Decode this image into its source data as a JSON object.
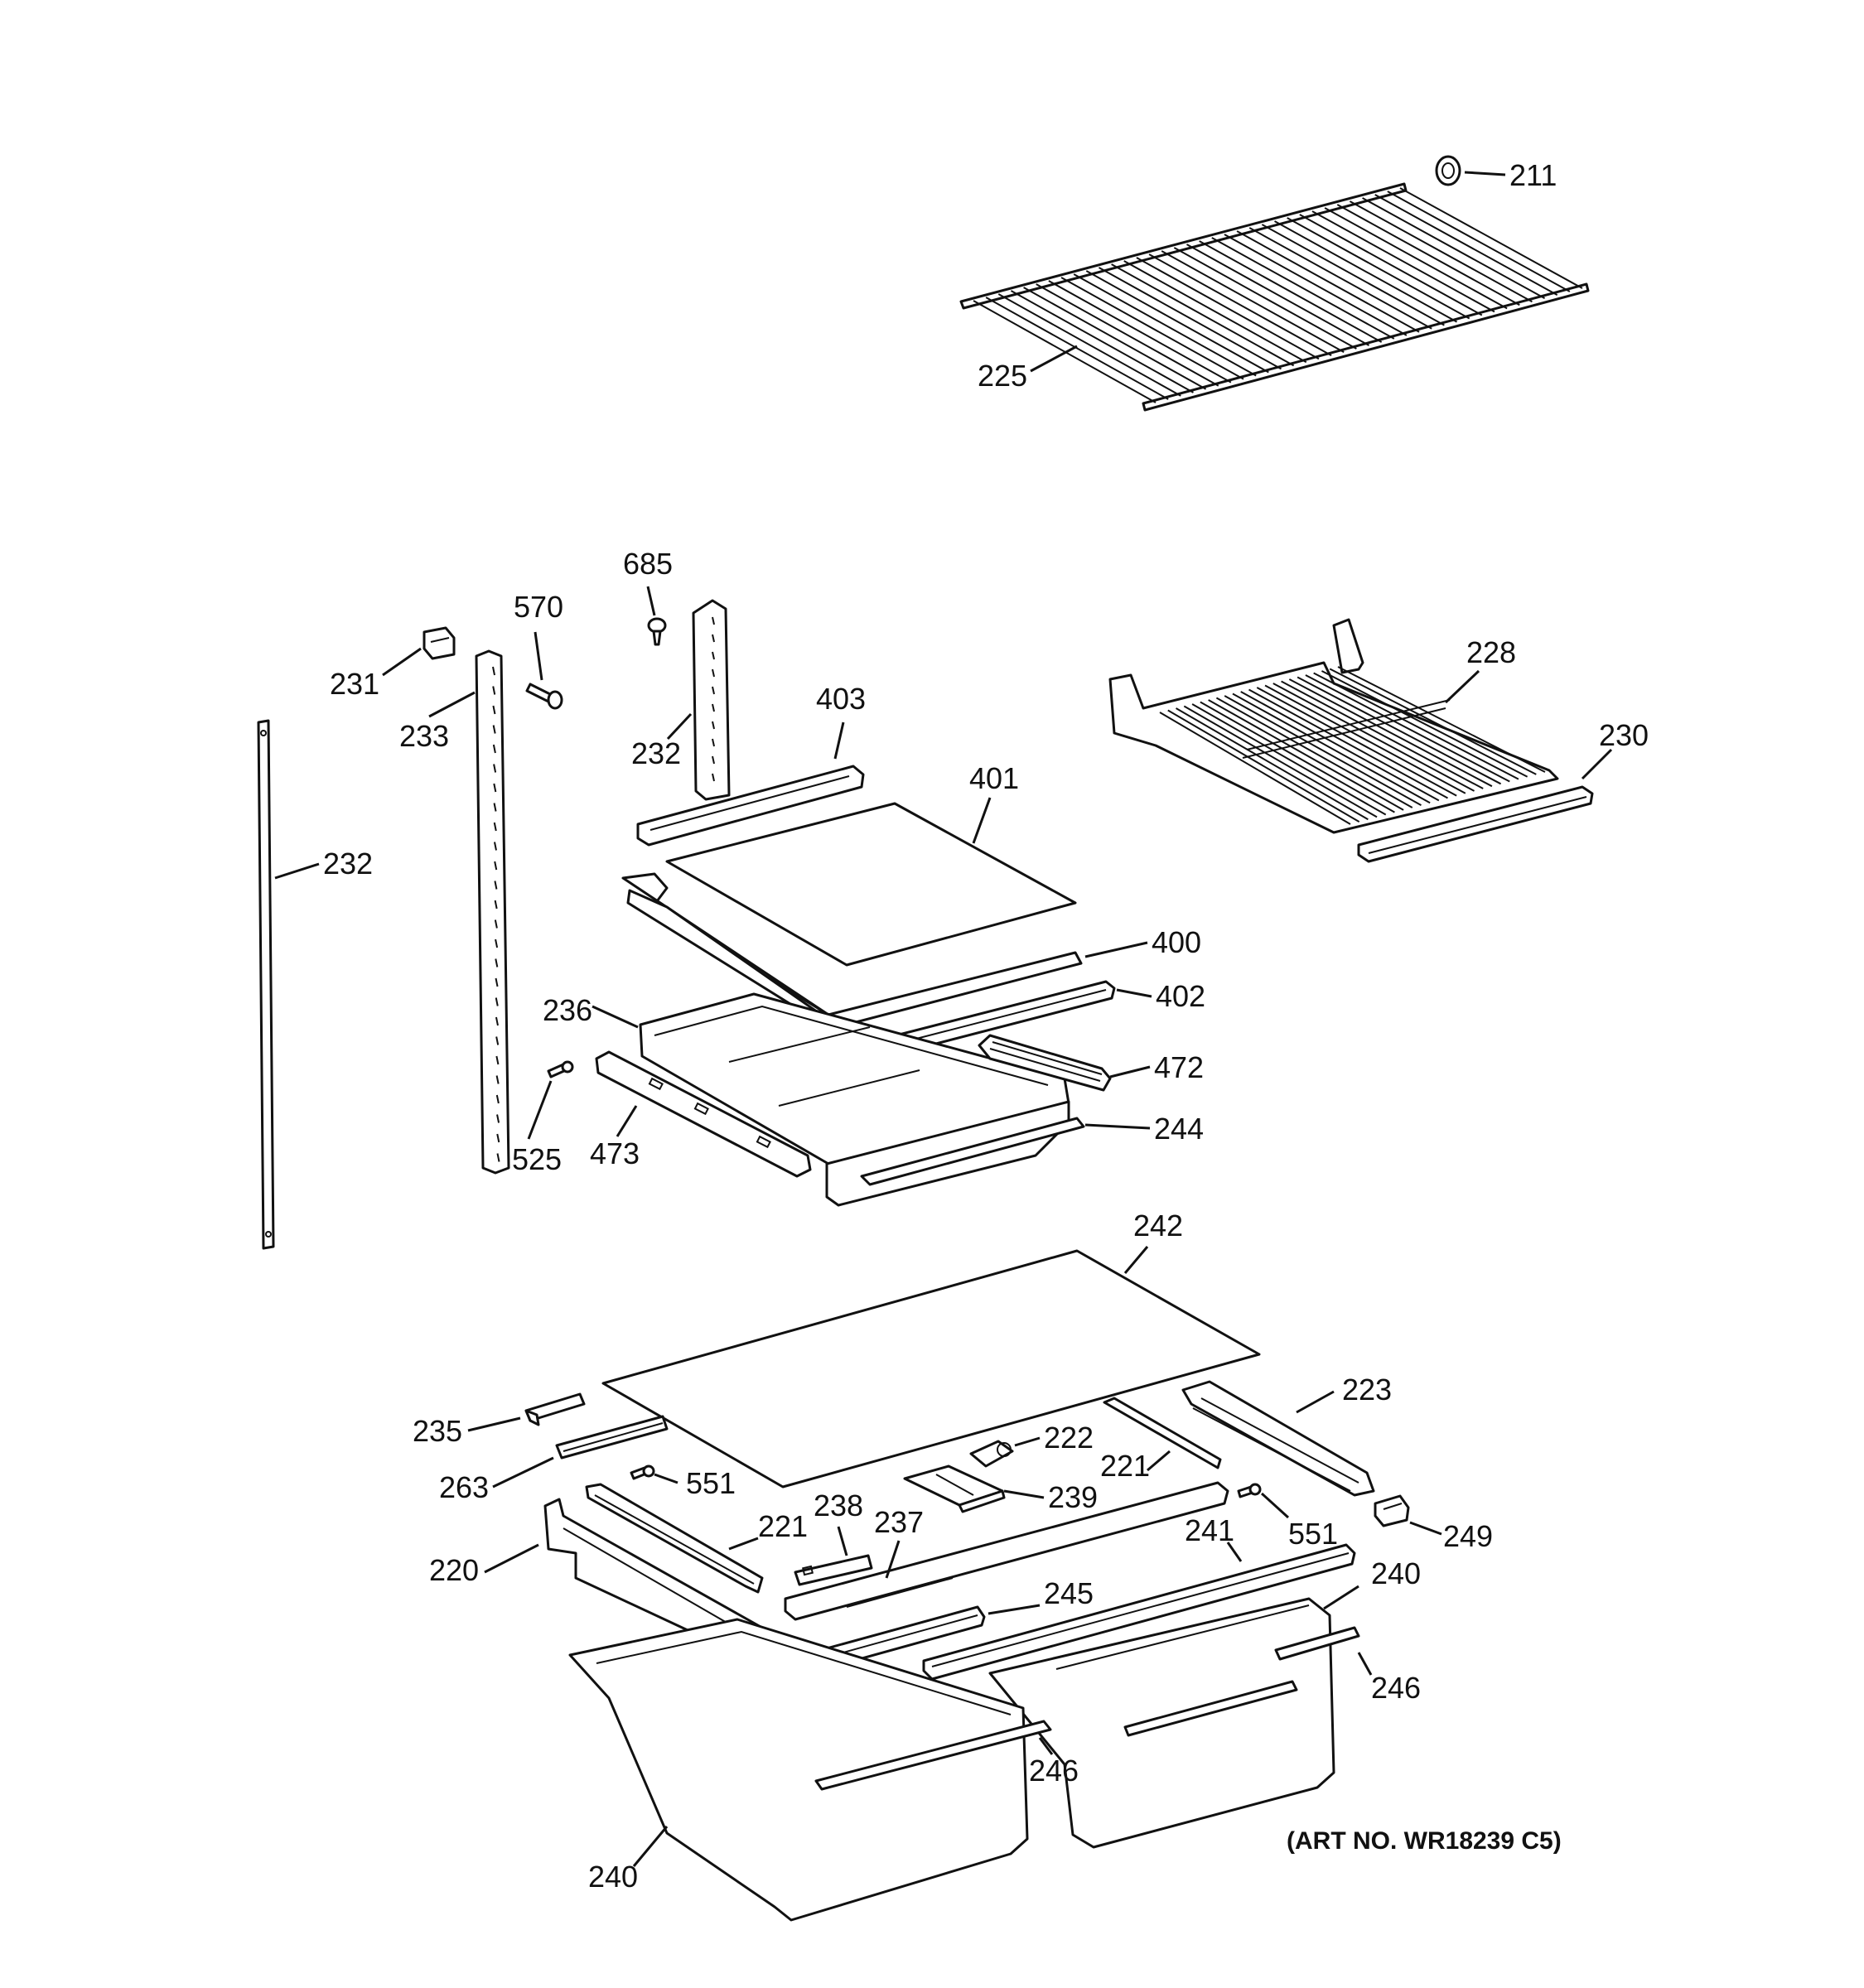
{
  "diagram": {
    "labels": {
      "p211": "211",
      "p225": "225",
      "p685": "685",
      "p570": "570",
      "p231": "231",
      "p233": "233",
      "p232a": "232",
      "p232b": "232",
      "p403": "403",
      "p401": "401",
      "p400": "400",
      "p402": "402",
      "p236": "236",
      "p472": "472",
      "p244": "244",
      "p525": "525",
      "p473": "473",
      "p228": "228",
      "p230": "230",
      "p242": "242",
      "p223": "223",
      "p235": "235",
      "p263": "263",
      "p222": "222",
      "p221a": "221",
      "p221b": "221",
      "p239": "239",
      "p551a": "551",
      "p551b": "551",
      "p249": "249",
      "p220": "220",
      "p238": "238",
      "p237": "237",
      "p241": "241",
      "p240a": "240",
      "p240b": "240",
      "p245": "245",
      "p246a": "246",
      "p246b": "246"
    },
    "art_number": "(ART NO. WR18239 C5)"
  }
}
